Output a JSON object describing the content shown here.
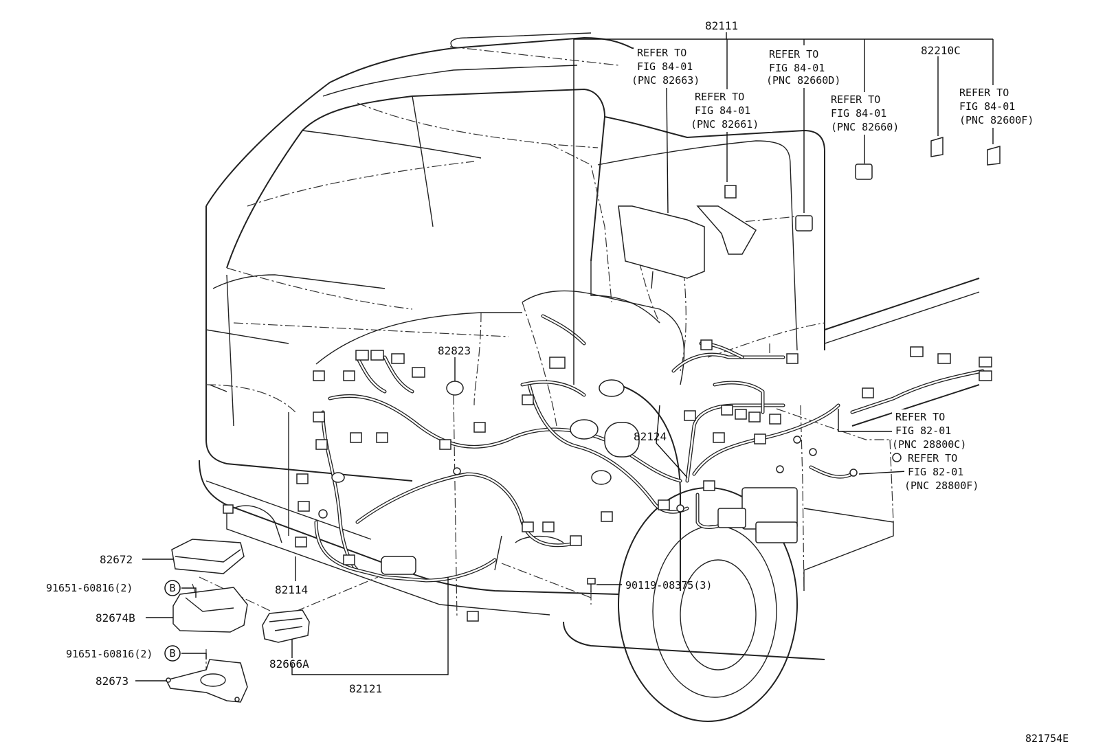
{
  "labels": {
    "p82111": "82111",
    "p82210c": "82210C",
    "p82823": "82823",
    "p82124": "82124",
    "p82672": "82672",
    "p82114": "82114",
    "p82674b": "82674B",
    "p82666a": "82666A",
    "p82673": "82673",
    "p82121": "82121",
    "bolt_a": "91651-60816(2)",
    "bolt_b": "91651-60816(2)",
    "screw": "90119-08375(3)",
    "b_marker": "B",
    "fig_code": "821754E"
  },
  "refs": [
    {
      "l1": "REFER TO",
      "l2": "FIG 84-01",
      "l3": "(PNC 82663)"
    },
    {
      "l1": "REFER TO",
      "l2": "FIG 84-01",
      "l3": "(PNC 82660D)"
    },
    {
      "l1": "REFER TO",
      "l2": "FIG 84-01",
      "l3": "(PNC 82661)"
    },
    {
      "l1": "REFER TO",
      "l2": "FIG 84-01",
      "l3": "(PNC 82660)"
    },
    {
      "l1": "REFER TO",
      "l2": "FIG 84-01",
      "l3": "(PNC 82600F)"
    },
    {
      "l1": "REFER TO",
      "l2": "FIG 82-01",
      "l3": "(PNC 28800C)"
    },
    {
      "l1": "REFER TO",
      "l2": "FIG 82-01",
      "l3": "(PNC 28800F)"
    }
  ]
}
